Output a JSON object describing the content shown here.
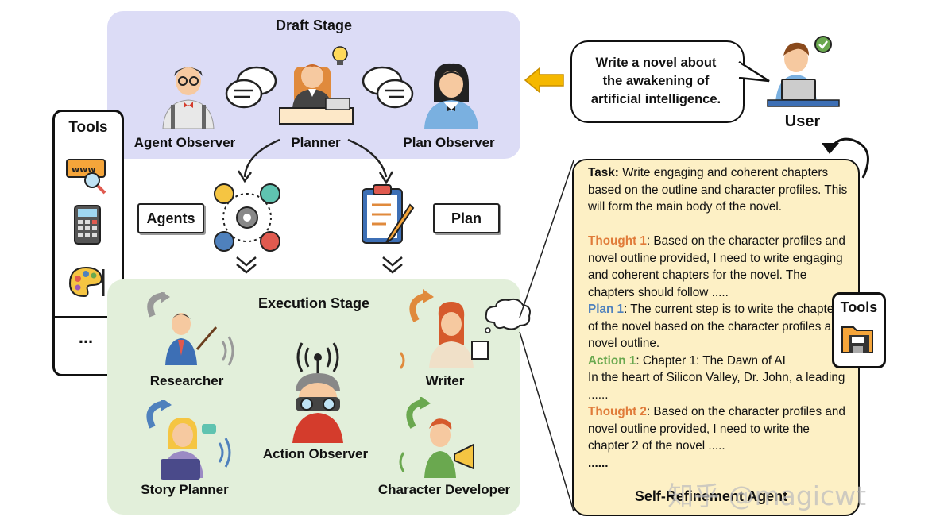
{
  "draft_stage": {
    "title": "Draft Stage",
    "agent_observer": "Agent Observer",
    "planner": "Planner",
    "plan_observer": "Plan Observer"
  },
  "agents_label": "Agents",
  "plan_label": "Plan",
  "tools": {
    "title": "Tools",
    "more": "..."
  },
  "user": {
    "label": "User",
    "request": [
      "Write a novel about",
      "the awakening of",
      "artificial intelligence."
    ]
  },
  "execution_stage": {
    "title": "Execution Stage",
    "researcher": "Researcher",
    "writer": "Writer",
    "action_observer": "Action Observer",
    "story_planner": "Story Planner",
    "character_developer": "Character Developer"
  },
  "self_refinement": {
    "task_key": "Task:",
    "task_text": "Write engaging and coherent chapters based on the outline and character profiles. This will form the main body of the novel.",
    "thought1_key": "Thought 1",
    "thought1_text": ": Based on the character profiles and novel outline provided, I need to write engaging and coherent chapters for the novel. The chapters should follow .....",
    "plan1_key": "Plan 1",
    "plan1_text": ":  The current step is to write the chapter 1 of the novel based on the character profiles and novel outline.",
    "action1_key": "Action 1",
    "action1_text": ": Chapter 1: The Dawn of AI",
    "action1_cont": "In the heart of Silicon Valley, Dr. John, a leading ......",
    "thought2_key": "Thought 2",
    "thought2_text": ": Based on the character profiles and novel outline provided, I need to write the chapter 2 of the novel  .....",
    "ellipsis": "......",
    "title": "Self-Refinement Agent",
    "tools_title": "Tools"
  },
  "watermark": "知乎 @magicwt",
  "colors": {
    "draft_bg": "#dcdcf6",
    "exec_bg": "#e2efda",
    "note_bg": "#fdf0c5",
    "thought": "#e07b39",
    "plan": "#4f81bd",
    "action": "#6aa84f",
    "arrow": "#f5b800"
  }
}
